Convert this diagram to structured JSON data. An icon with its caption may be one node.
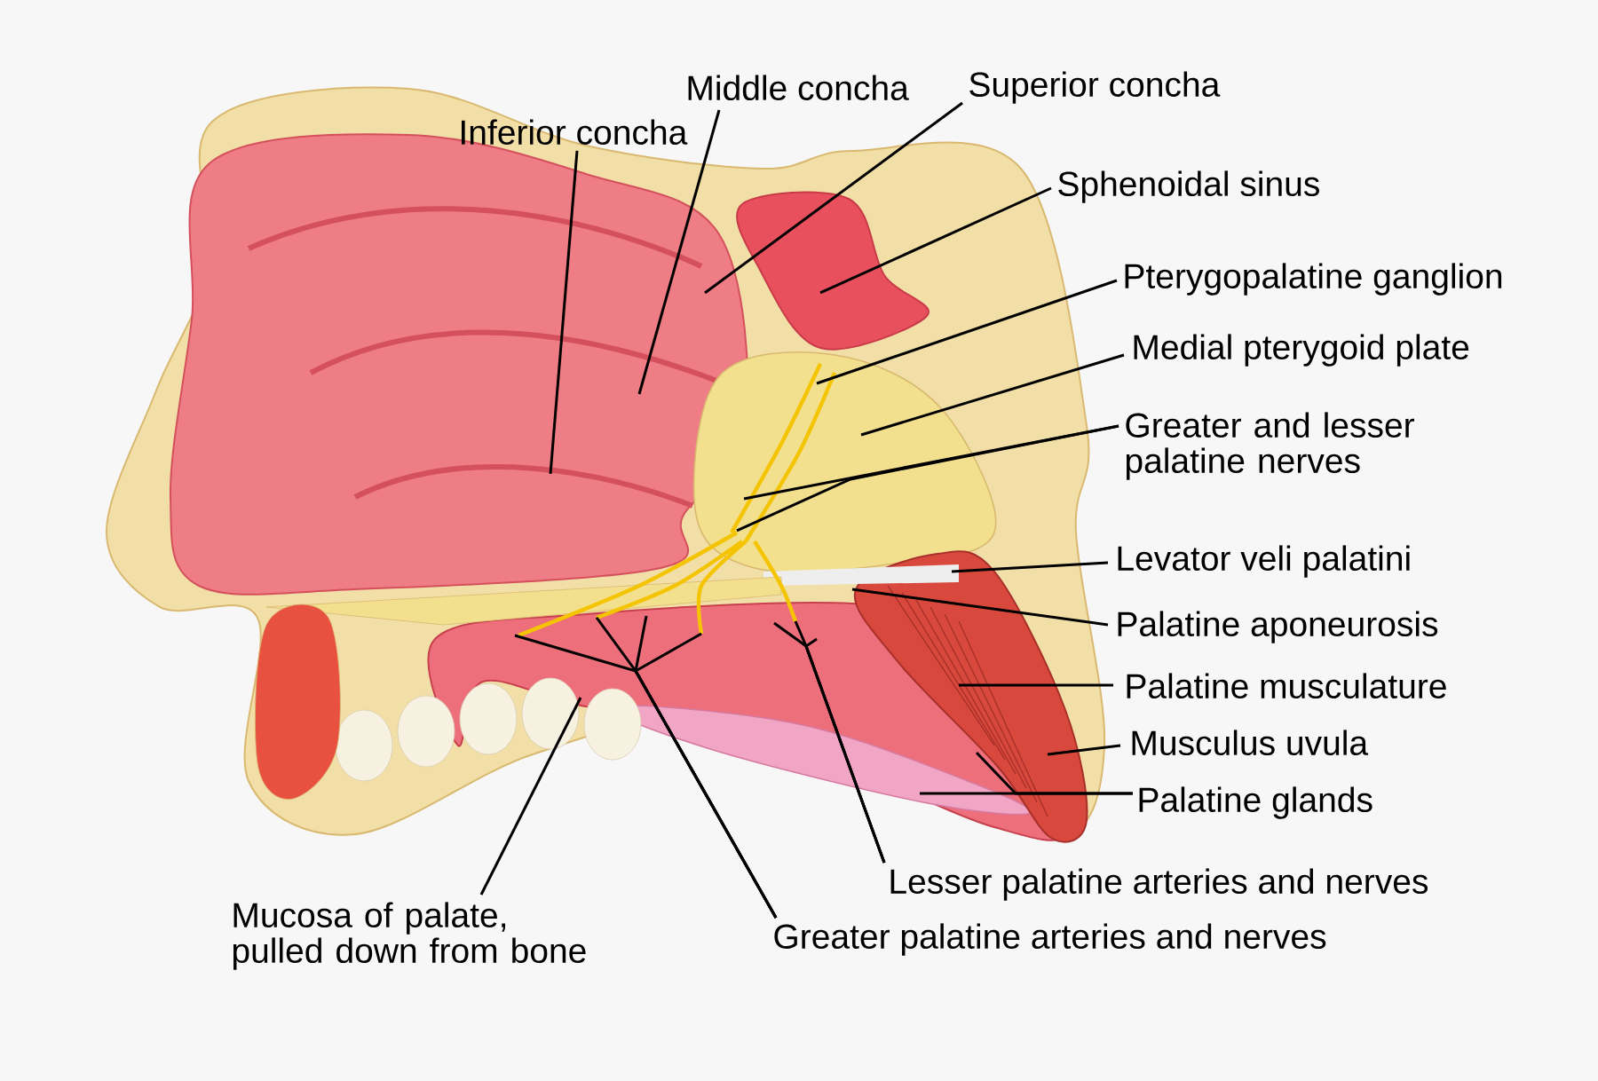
{
  "diagram": {
    "nodes": [
      {
        "text": [
          "Inferior concha"
        ]
      },
      {
        "text": [
          "Middle concha"
        ]
      },
      {
        "text": [
          "Superior concha"
        ]
      },
      {
        "text": [
          "Sphenoidal sinus"
        ]
      },
      {
        "text": [
          "Pterygopalatine ganglion"
        ]
      },
      {
        "text": [
          "Medial pterygoid plate"
        ]
      },
      {
        "text": [
          "Greater and lesser palatine nerves"
        ]
      },
      {
        "text": [
          "Levator veli palatini"
        ]
      },
      {
        "text": [
          "Palatine aponeurosis"
        ]
      },
      {
        "text": [
          "Palatine musculature"
        ]
      },
      {
        "text": [
          "Musculus uvula"
        ]
      },
      {
        "text": [
          "Palatine glands"
        ]
      },
      {
        "text": [
          "Lesser palatine arteries and nerves"
        ]
      },
      {
        "text": [
          "Mucosa of palate, pulled down from bone"
        ]
      },
      {
        "text": [
          "Greater palatine arteries and nerves"
        ]
      }
    ],
    "edges": [
      {
        "from": 0,
        "to": null,
        "arrow": "none"
      },
      {
        "from": 1,
        "to": null,
        "arrow": "none"
      },
      {
        "from": 2,
        "to": null,
        "arrow": "none"
      },
      {
        "from": 3,
        "to": null,
        "arrow": "none"
      },
      {
        "from": 4,
        "to": null,
        "arrow": "none"
      },
      {
        "from": 5,
        "to": null,
        "arrow": "none"
      },
      {
        "from": 6,
        "to": null,
        "arrow": "none"
      },
      {
        "from": 6,
        "to": null,
        "arrow": "none"
      },
      {
        "from": 7,
        "to": null,
        "arrow": "none"
      },
      {
        "from": 8,
        "to": null,
        "arrow": "none"
      },
      {
        "from": 9,
        "to": null,
        "arrow": "none"
      },
      {
        "from": 10,
        "to": null,
        "arrow": "none"
      },
      {
        "from": 11,
        "to": null,
        "arrow": "none"
      },
      {
        "from": 11,
        "to": null,
        "arrow": "none"
      },
      {
        "from": 12,
        "to": null,
        "arrow": "none"
      },
      {
        "from": 12,
        "to": null,
        "arrow": "none"
      },
      {
        "from": 12,
        "to": null,
        "arrow": "none"
      },
      {
        "from": 13,
        "to": null,
        "arrow": "none"
      },
      {
        "from": 14,
        "to": null,
        "arrow": "none"
      },
      {
        "from": 14,
        "to": null,
        "arrow": "none"
      },
      {
        "from": 14,
        "to": null,
        "arrow": "none"
      },
      {
        "from": 14,
        "to": null,
        "arrow": "none"
      }
    ]
  }
}
